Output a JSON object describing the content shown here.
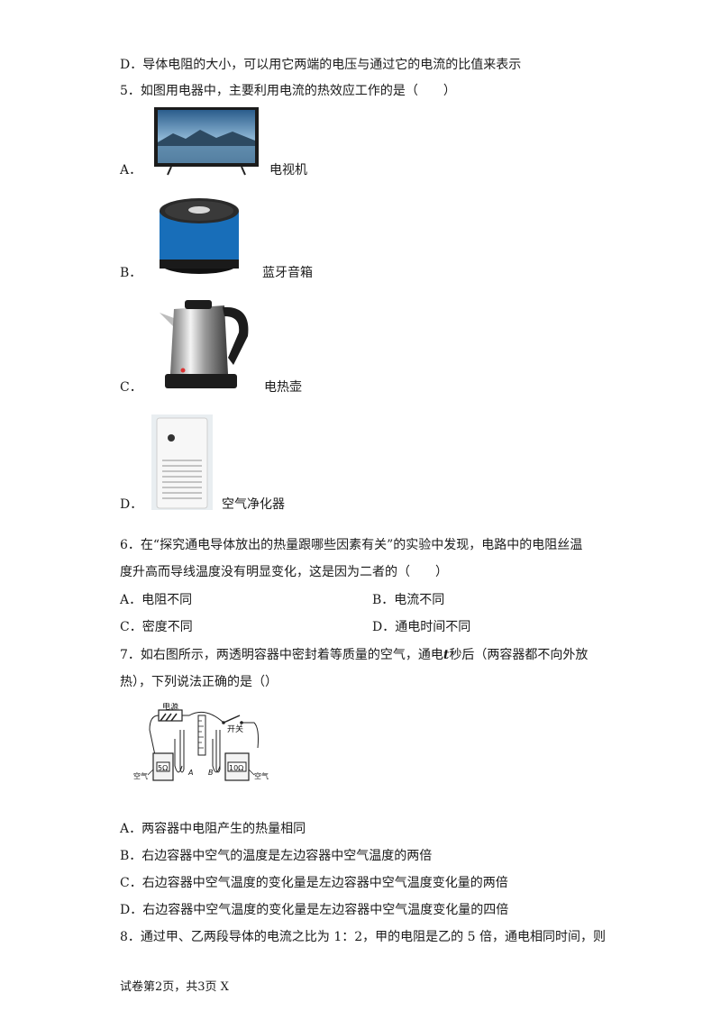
{
  "q4": {
    "option_d": "D．导体电阻的大小，可以用它两端的电压与通过它的电流的比值来表示"
  },
  "q5": {
    "stem": "5．如图用电器中，主要利用电流的热效应工作的是（　　）",
    "options": [
      {
        "letter": "A．",
        "label": "电视机"
      },
      {
        "letter": "B．",
        "label": "蓝牙音箱"
      },
      {
        "letter": "C．",
        "label": "电热壶"
      },
      {
        "letter": "D．",
        "label": "空气净化器"
      }
    ]
  },
  "q6": {
    "stem_line1": "6．在“探究通电导体放出的热量跟哪些因素有关”的实验中发现，电路中的电阻丝温",
    "stem_line2": "度升高而导线温度没有明显变化，这是因为二者的（　　）",
    "option_a": "A．电阻不同",
    "option_b": "B．电流不同",
    "option_c": "C．密度不同",
    "option_d": "D．通电时间不同"
  },
  "q7": {
    "stem_line1_pre": "7．如右图所示，两透明容器中密封着等质量的空气，通电",
    "stem_var": "t",
    "stem_line1_post": "秒后（两容器都不向外放",
    "stem_line2": "热），下列说法正确的是（）",
    "figure": {
      "power_label": "电源",
      "switch_label": "开关",
      "left_resistor": "5Ω",
      "right_resistor": "10Ω",
      "left_air": "空气",
      "right_air": "空气",
      "label_a": "A",
      "label_b": "B"
    },
    "option_a": "A．两容器中电阻产生的热量相同",
    "option_b": "B．右边容器中空气的温度是左边容器中空气温度的两倍",
    "option_c": "C．右边容器中空气温度的变化量是左边容器中空气温度变化量的两倍",
    "option_d": "D．右边容器中空气温度的变化量是左边容器中空气温度变化量的四倍"
  },
  "q8": {
    "stem_line1": "8．通过甲、乙两段导体的电流之比为 1：2，甲的电阻是乙的 5 倍，通电相同时间，则"
  },
  "footer": "试卷第2页，共3页 X"
}
